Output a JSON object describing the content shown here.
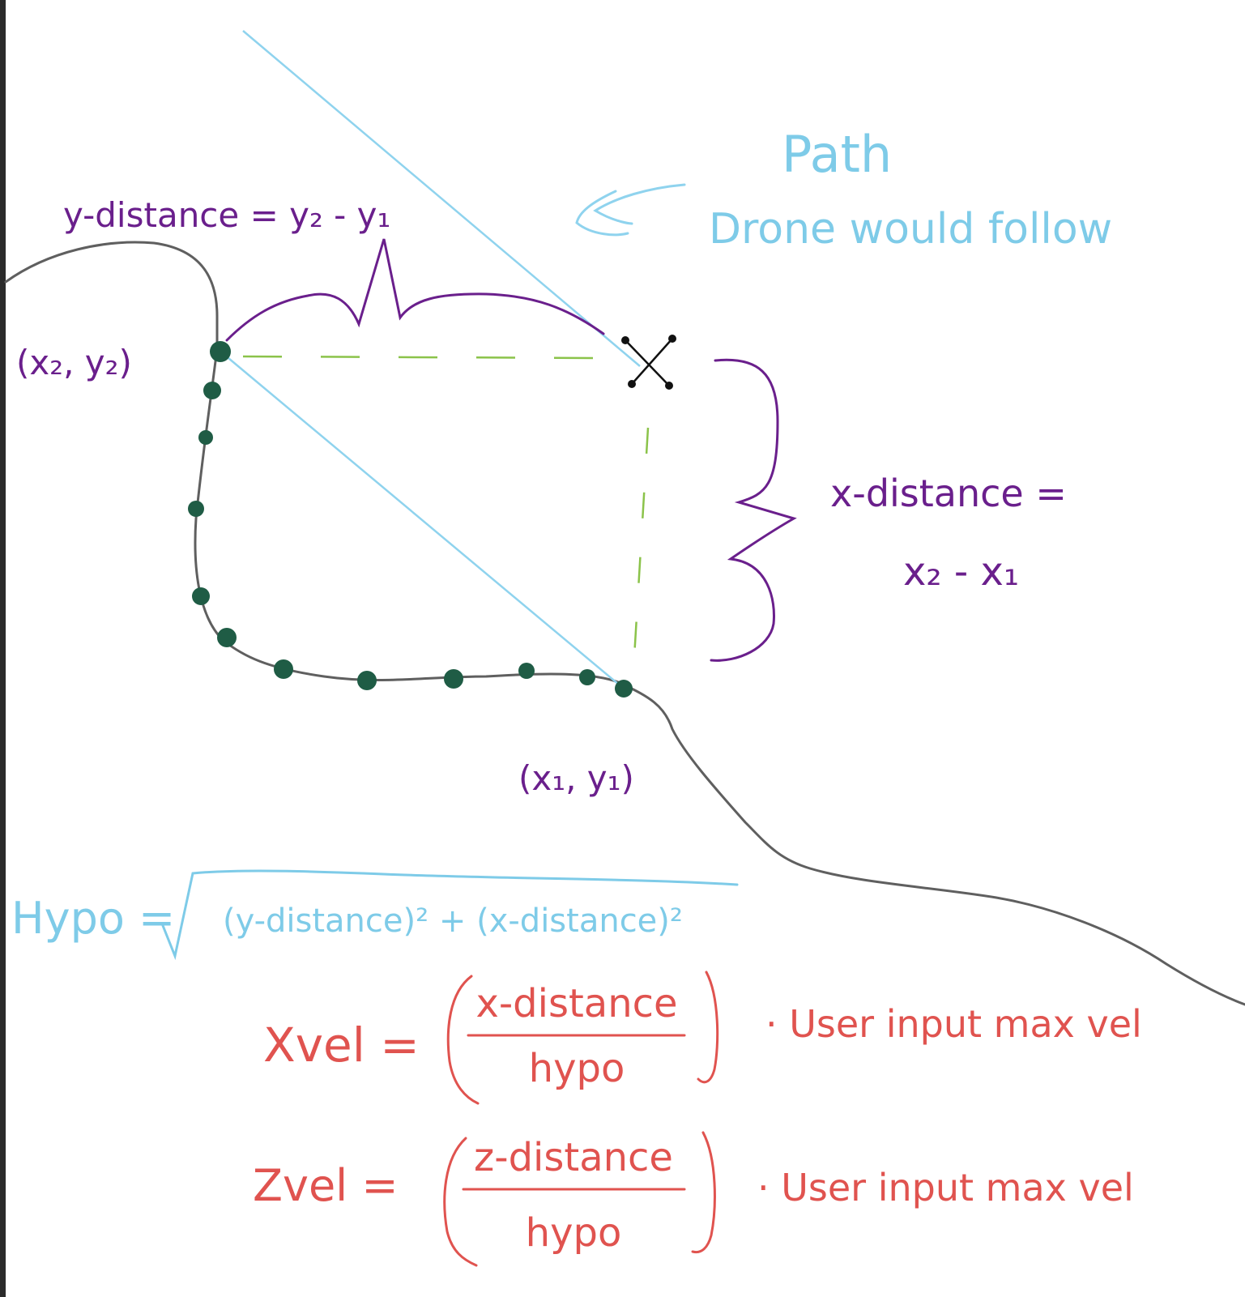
{
  "colors": {
    "terrain": "#5f5f5f",
    "waypoints": "#1f5c45",
    "drone_path": "#8fd3ee",
    "projection": "#8bc34a",
    "annotation": "#6a1f8c",
    "formula_hypo": "#7ecbe8",
    "formula_vel": "#e0534f",
    "drone": "#111111"
  },
  "icons": {
    "drone": "drone-x-icon",
    "arrow": "left-arrow-icon"
  },
  "labels": {
    "path_title": "Path",
    "path_subtitle": "Drone would follow",
    "y_distance": "y-distance = y₂ - y₁",
    "point_2": "(x₂, y₂)",
    "point_1": "(x₁, y₁)",
    "x_distance_line1": "x-distance =",
    "x_distance_line2": "x₂ - x₁"
  },
  "formulas": {
    "hypo_lhs": "Hypo =",
    "hypo_rhs": "(y-distance)² + (x-distance)²",
    "xvel_lhs": "Xvel =",
    "xvel_num": "x-distance",
    "xvel_den": "hypo",
    "xvel_rhs": "· User input max vel",
    "zvel_lhs": "Zvel =",
    "zvel_num": "z-distance",
    "zvel_den": "hypo",
    "zvel_rhs": "· User input max vel"
  }
}
